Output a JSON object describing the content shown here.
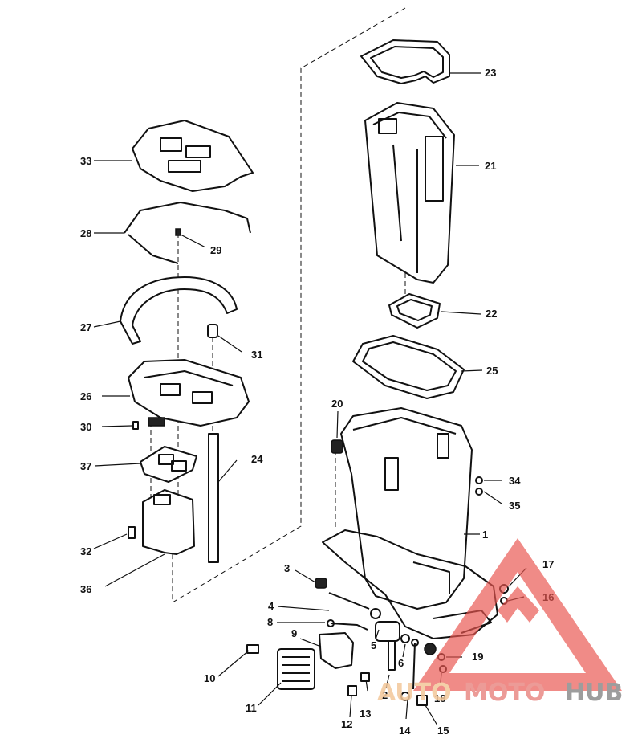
{
  "callouts": {
    "c1": "1",
    "c2": "2",
    "c3": "3",
    "c4": "4",
    "c5": "5",
    "c6": "6",
    "c8": "8",
    "c9": "9",
    "c10": "10",
    "c11": "11",
    "c12": "12",
    "c13": "13",
    "c14": "14",
    "c15": "15",
    "c16": "16",
    "c17": "17",
    "c18": "18",
    "c19": "19",
    "c20": "20",
    "c21": "21",
    "c22": "22",
    "c23": "23",
    "c24": "24",
    "c25": "25",
    "c26": "26",
    "c27": "27",
    "c28": "28",
    "c29": "29",
    "c30": "30",
    "c31": "31",
    "c32": "32",
    "c33": "33",
    "c34": "34",
    "c35": "35",
    "c36": "36",
    "c37": "37"
  },
  "watermark": {
    "part1": "AUTO",
    "part2": "MOTO",
    "part3": "HUB",
    "colors": {
      "auto": "#f3c79a",
      "moto": "#e98a86",
      "hub": "#8c8c8c",
      "triangle": "#e8554f"
    }
  }
}
